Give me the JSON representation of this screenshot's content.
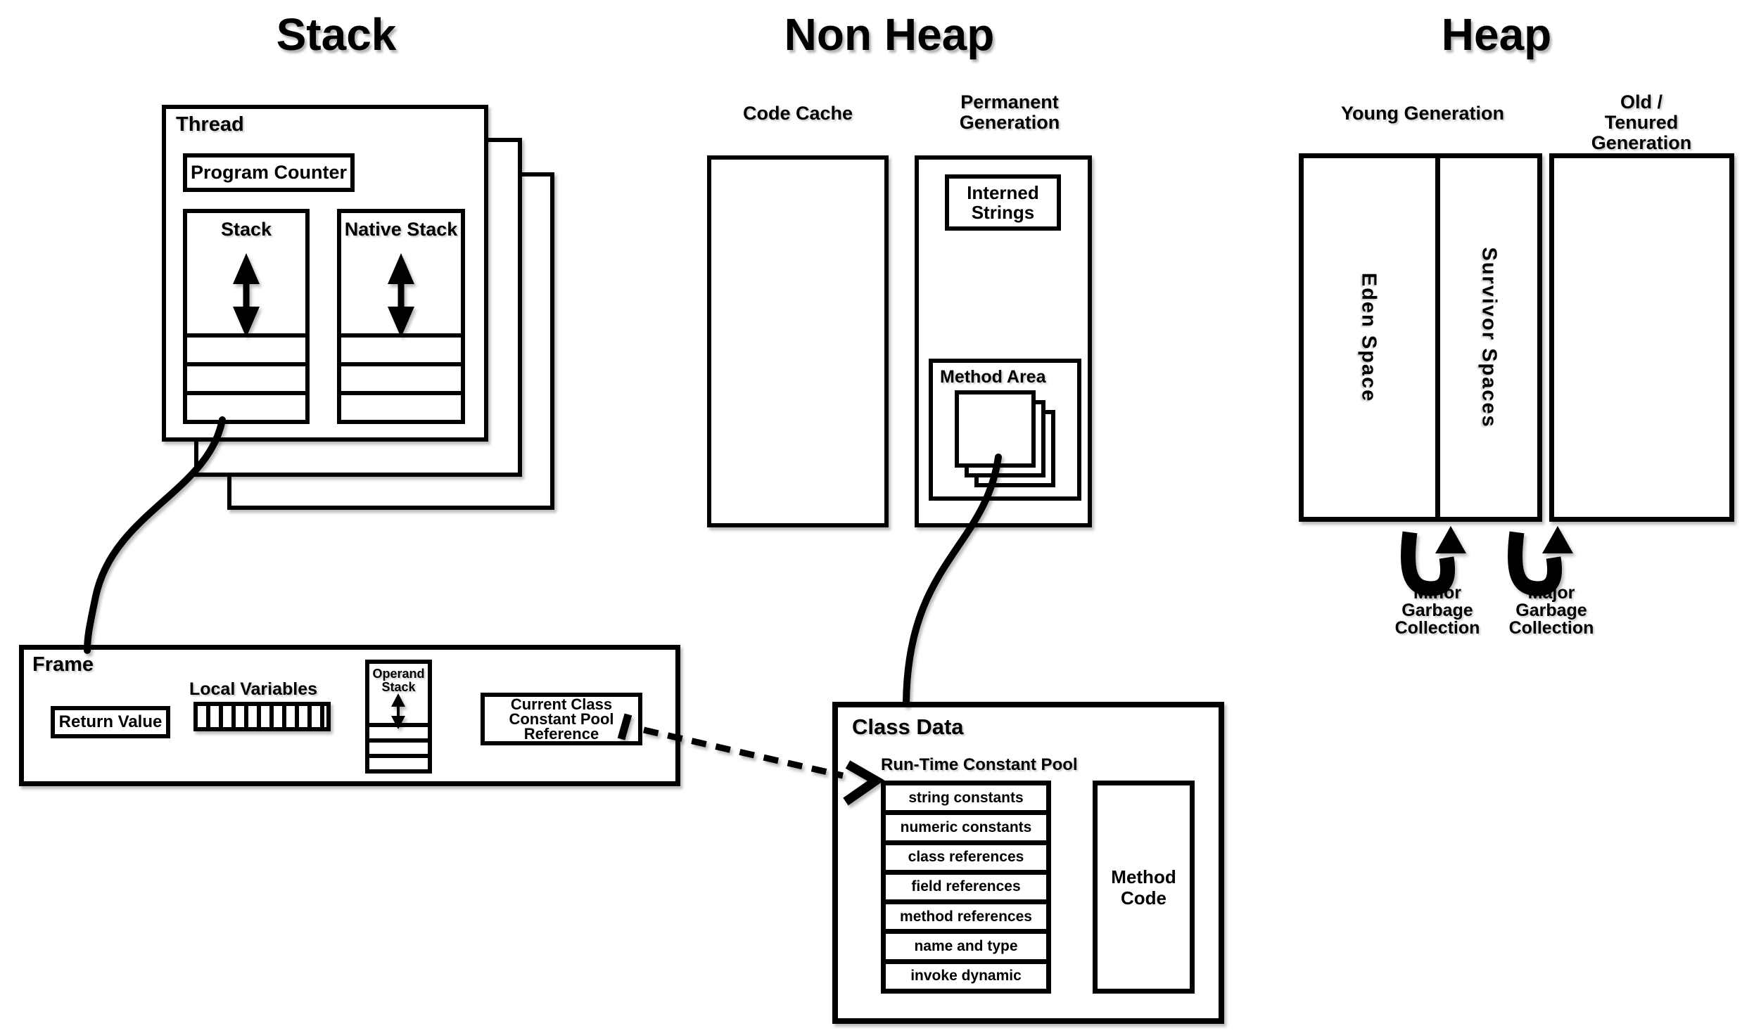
{
  "titles": {
    "stack": "Stack",
    "non_heap": "Non Heap",
    "heap": "Heap"
  },
  "thread": {
    "label": "Thread",
    "program_counter": "Program Counter",
    "stack": "Stack",
    "native_stack": "Native Stack"
  },
  "frame": {
    "label": "Frame",
    "return_value": "Return Value",
    "local_variables": "Local Variables",
    "operand_stack": "Operand\nStack",
    "current_class_reference": "Current Class\nConstant Pool\nReference"
  },
  "non_heap": {
    "code_cache": "Code Cache",
    "permanent_generation": "Permanent\nGeneration",
    "interned_strings": "Interned\nStrings",
    "method_area": "Method Area"
  },
  "class_data": {
    "label": "Class Data",
    "runtime_constant_pool": "Run-Time Constant Pool",
    "pool_items": [
      "string constants",
      "numeric constants",
      "class references",
      "field references",
      "method references",
      "name and type",
      "invoke dynamic"
    ],
    "method_code": "Method\nCode"
  },
  "heap": {
    "young_generation": "Young Generation",
    "old_tenured_generation": "Old / Tenured\nGeneration",
    "eden_space": "Eden Space",
    "survivor_spaces": "Survivor Spaces",
    "minor_gc": "Minor\nGarbage\nCollection",
    "major_gc": "Major\nGarbage\nCollection"
  },
  "colors": {
    "ink": "#000000",
    "background": "#ffffff"
  }
}
